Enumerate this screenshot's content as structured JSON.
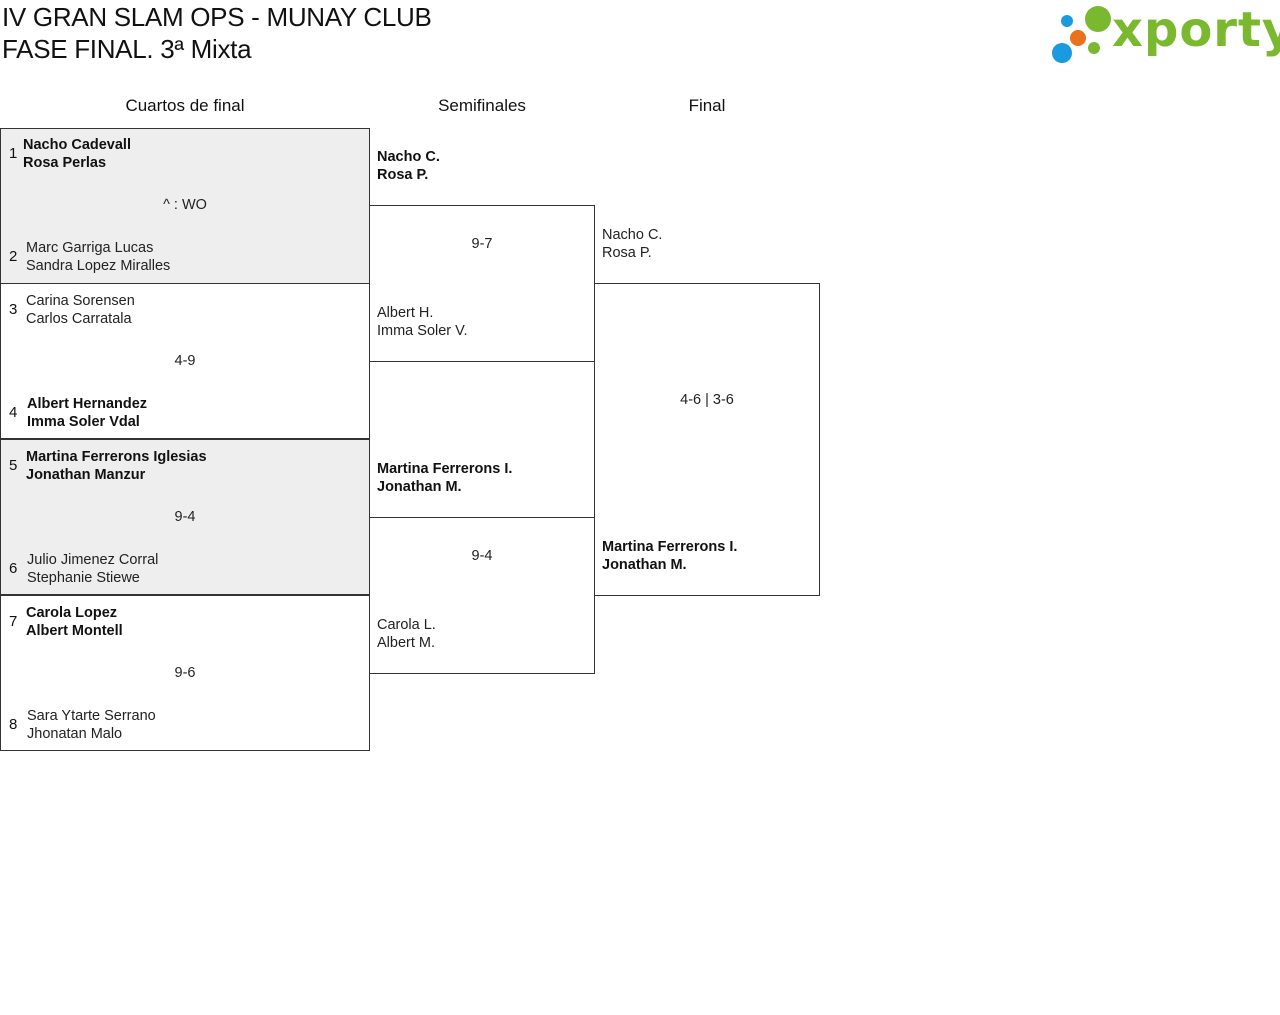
{
  "header": {
    "title_line1": "IV GRAN SLAM OPS - MUNAY CLUB",
    "title_line2": "FASE FINAL. 3ª Mixta"
  },
  "logo": {
    "text": "xporty",
    "colors": {
      "green": "#7ab830",
      "orange": "#e8731c",
      "blue": "#1a9be0"
    }
  },
  "rounds": [
    "Cuartos de final",
    "Semifinales",
    "Final"
  ],
  "quarterfinals": [
    {
      "score": "^ : WO",
      "top": {
        "seed": "1",
        "players": [
          "Nacho Cadevall",
          "Rosa Perlas"
        ],
        "winner": true
      },
      "bottom": {
        "seed": "2",
        "players": [
          "Marc Garriga Lucas",
          "Sandra Lopez Miralles"
        ],
        "winner": false
      }
    },
    {
      "score": "4-9",
      "top": {
        "seed": "3",
        "players": [
          "Carina Sorensen",
          "Carlos Carratala"
        ],
        "winner": false
      },
      "bottom": {
        "seed": "4",
        "players": [
          "Albert Hernandez",
          "Imma Soler Vdal"
        ],
        "winner": true
      }
    },
    {
      "score": "9-4",
      "top": {
        "seed": "5",
        "players": [
          "Martina Ferrerons Iglesias",
          "Jonathan Manzur"
        ],
        "winner": true
      },
      "bottom": {
        "seed": "6",
        "players": [
          "Julio Jimenez Corral",
          "Stephanie Stiewe"
        ],
        "winner": false
      }
    },
    {
      "score": "9-6",
      "top": {
        "seed": "7",
        "players": [
          "Carola Lopez",
          "Albert Montell"
        ],
        "winner": true
      },
      "bottom": {
        "seed": "8",
        "players": [
          "Sara Ytarte Serrano",
          "Jhonatan Malo"
        ],
        "winner": false
      }
    }
  ],
  "semifinals": [
    {
      "score": "9-7",
      "top": {
        "players": [
          "Nacho C.",
          "Rosa P."
        ],
        "winner": true
      },
      "bottom": {
        "players": [
          "Albert H.",
          "Imma Soler V."
        ],
        "winner": false
      }
    },
    {
      "score": "9-4",
      "top": {
        "players": [
          "Martina Ferrerons I.",
          "Jonathan M."
        ],
        "winner": true
      },
      "bottom": {
        "players": [
          "Carola L.",
          "Albert M."
        ],
        "winner": false
      }
    }
  ],
  "final": {
    "score": "4-6 | 3-6",
    "top": {
      "players": [
        "Nacho C.",
        "Rosa P."
      ],
      "winner": false
    },
    "bottom": {
      "players": [
        "Martina Ferrerons I.",
        "Jonathan M."
      ],
      "winner": true
    }
  }
}
